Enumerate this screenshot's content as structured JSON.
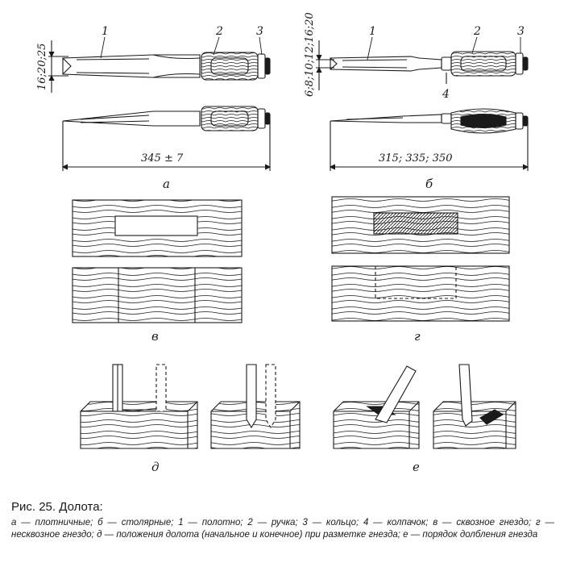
{
  "figure": {
    "part_labels": {
      "blade": "1",
      "handle": "2",
      "ring": "3",
      "cap": "4"
    },
    "dimensions": {
      "a_thickness": "16;20;25",
      "a_length": "345 ± 7",
      "b_thickness": "6;8;10;12;16;20",
      "b_length": "315; 335; 350"
    },
    "sublabels": {
      "a": "а",
      "b": "б",
      "v": "в",
      "g": "г",
      "d": "д",
      "e": "е"
    },
    "colors": {
      "ink": "#1a1a1a",
      "paper": "#ffffff"
    }
  },
  "caption": {
    "title": "Рис. 25. Долота:",
    "text": "а — плотничные; б — столярные; 1 — полотно; 2 — ручка; 3 — кольцо; 4 — колпачок; в — сквозное гнездо; г — несквозное гнездо; д — положения долота (начальное и конечное) при разметке гнезда; е — порядок долбления гнезда"
  }
}
